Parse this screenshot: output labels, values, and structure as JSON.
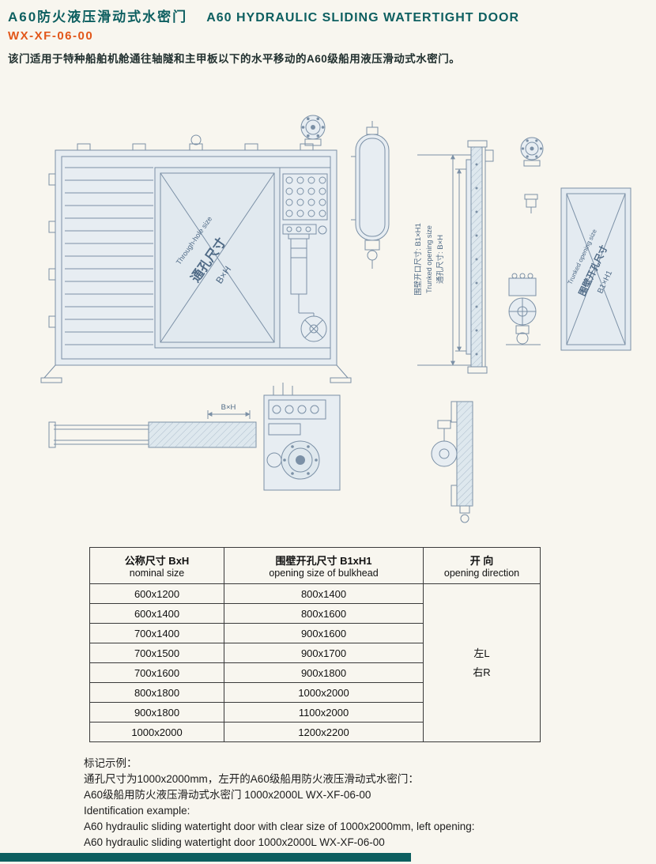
{
  "header": {
    "title_cn": "A60防火液压滑动式水密门",
    "title_en": "A60 HYDRAULIC SLIDING WATERTIGHT DOOR",
    "model": "WX-XF-06-00",
    "description": "该门适用于特种船舶机舱通往轴隧和主甲板以下的水平移动的A60级船用液压滑动式水密门。"
  },
  "drawing": {
    "front_panel_label_en": "Through-hole size",
    "front_panel_label_cn": "通孔尺寸",
    "front_panel_label_dim": "B×H",
    "side_dim1_cn": "围壁开口尺寸: B1×H1",
    "side_dim1_en": "Trunked opening size",
    "side_dim2_cn": "通孔尺寸: B×H",
    "plan_dim": "B×H",
    "right_panel_label_en": "Trunked opening size",
    "right_panel_label_cn": "围壁开孔尺寸",
    "right_panel_label_dim": "B1×H1"
  },
  "table": {
    "col1_header_cn": "公称尺寸 BxH",
    "col1_header_en": "nominal size",
    "col2_header_cn": "围壁开孔尺寸 B1xH1",
    "col2_header_en": "opening size of bulkhead",
    "col3_header_cn": "开 向",
    "col3_header_en": "opening direction",
    "rows": [
      {
        "nominal": "600x1200",
        "opening": "800x1400"
      },
      {
        "nominal": "600x1400",
        "opening": "800x1600"
      },
      {
        "nominal": "700x1400",
        "opening": "900x1600"
      },
      {
        "nominal": "700x1500",
        "opening": "900x1700"
      },
      {
        "nominal": "700x1600",
        "opening": "900x1800"
      },
      {
        "nominal": "800x1800",
        "opening": "1000x2000"
      },
      {
        "nominal": "900x1800",
        "opening": "1100x2000"
      },
      {
        "nominal": "1000x2000",
        "opening": "1200x2200"
      }
    ],
    "direction_left": "左L",
    "direction_right": "右R"
  },
  "example": {
    "label_cn": "标记示例：",
    "line1_cn": "通孔尺寸为1000x2000mm，左开的A60级船用防火液压滑动式水密门：",
    "line2_cn": "A60级船用防火液压滑动式水密门 1000x2000L WX-XF-06-00",
    "label_en": "Identification example:",
    "line1_en": "A60 hydraulic sliding watertight door with clear size of 1000x2000mm, left opening:",
    "line2_en": "A60 hydraulic sliding watertight door 1000x2000L WX-XF-06-00"
  },
  "colors": {
    "title": "#0d5f60",
    "model": "#e2571a",
    "drawing_line": "#7b90a6",
    "footer_bar": "#0d5f60"
  }
}
